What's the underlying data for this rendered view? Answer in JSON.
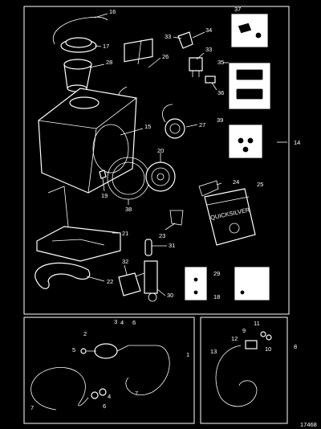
{
  "labels": {
    "l16": "16",
    "l17": "17",
    "l28": "28",
    "l26": "26",
    "l33a": "33",
    "l34": "34",
    "l33b": "33",
    "l35": "35",
    "l36": "36",
    "l37": "37",
    "l15": "15",
    "l27": "27",
    "l39": "39",
    "l14": "14",
    "l20": "20",
    "l19": "19",
    "l38": "38",
    "l24": "24",
    "l25": "25",
    "l21": "21",
    "l23": "23",
    "l31": "31",
    "l32": "32",
    "l22": "22",
    "l29": "29",
    "l18": "18",
    "l30": "30",
    "b2": "2",
    "b3": "3",
    "b4a": "4",
    "b6a": "6",
    "b5": "5",
    "b1": "1",
    "b7a": "7",
    "b7b": "7",
    "b4b": "4",
    "b6b": "6",
    "c11": "11",
    "c9": "9",
    "c12": "12",
    "c10": "10",
    "c13": "13",
    "c8": "8"
  },
  "figure_number": "17468",
  "brand_text": "QUICKSILVER"
}
